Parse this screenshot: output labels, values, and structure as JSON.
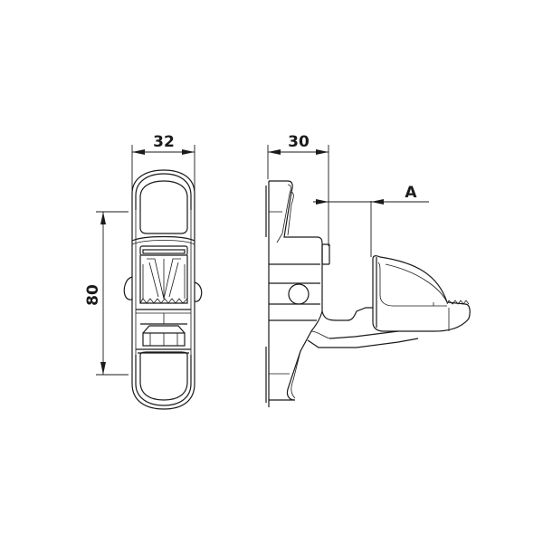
{
  "drawing": {
    "type": "technical-drawing",
    "views": [
      "front-view",
      "side-view"
    ],
    "line_color": "#1a1a1a",
    "background": "#ffffff"
  },
  "dimensions": {
    "width": {
      "label": "32"
    },
    "height": {
      "label": "80"
    },
    "depth": {
      "label": "30"
    },
    "offset": {
      "label": "A"
    }
  }
}
